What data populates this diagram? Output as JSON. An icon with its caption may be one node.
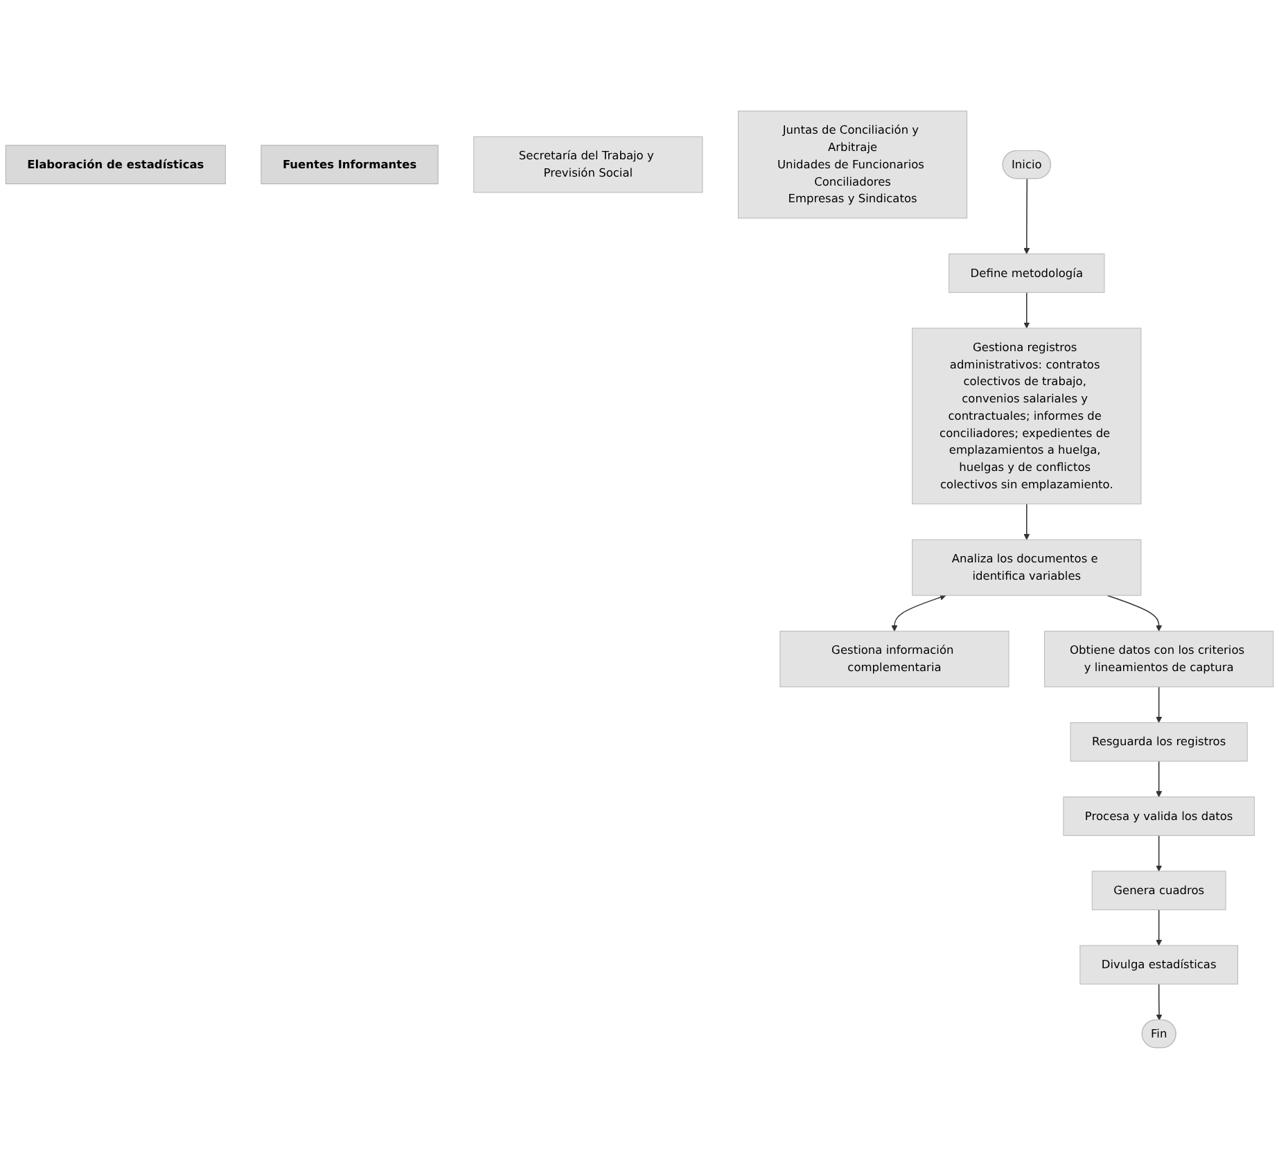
{
  "diagram": {
    "nodes": [
      {
        "text": [
          "Elaboración de estadísticas"
        ]
      },
      {
        "text": [
          "Fuentes Informantes"
        ]
      },
      {
        "text": [
          "Secretaría del Trabajo y Previsión Social"
        ]
      },
      {
        "text": [
          "Juntas de Conciliación y Arbitraje",
          "Unidades de Funcionarios Conciliadores",
          "Empresas y Sindicatos"
        ]
      },
      {
        "text": [
          "Inicio"
        ]
      },
      {
        "text": [
          "Define metodología"
        ]
      },
      {
        "text": [
          "Gestiona registros administrativos: contratos colectivos de trabajo, convenios salariales y contractuales; informes de conciliadores; expedientes de emplazamientos a huelga, huelgas y de conflictos colectivos sin emplazamiento."
        ]
      },
      {
        "text": [
          "Analiza los documentos e identifica variables"
        ]
      },
      {
        "text": [
          "Gestiona información complementaria"
        ]
      },
      {
        "text": [
          "Obtiene datos con los criterios y lineamientos de captura"
        ]
      },
      {
        "text": [
          "Resguarda los registros"
        ]
      },
      {
        "text": [
          "Procesa y valida los datos"
        ]
      },
      {
        "text": [
          "Genera cuadros"
        ]
      },
      {
        "text": [
          "Divulga estadísticas"
        ]
      },
      {
        "text": [
          "Fin"
        ]
      }
    ],
    "edges": [
      {
        "from": 4,
        "to": 5,
        "arrow": "to"
      },
      {
        "from": 5,
        "to": 6,
        "arrow": "to"
      },
      {
        "from": 6,
        "to": 7,
        "arrow": "to"
      },
      {
        "from": 7,
        "to": 8,
        "arrow": "both"
      },
      {
        "from": 7,
        "to": 9,
        "arrow": "to"
      },
      {
        "from": 9,
        "to": 10,
        "arrow": "to"
      },
      {
        "from": 10,
        "to": 11,
        "arrow": "to"
      },
      {
        "from": 11,
        "to": 12,
        "arrow": "to"
      },
      {
        "from": 12,
        "to": 13,
        "arrow": "to"
      },
      {
        "from": 13,
        "to": 14,
        "arrow": "to"
      }
    ]
  }
}
